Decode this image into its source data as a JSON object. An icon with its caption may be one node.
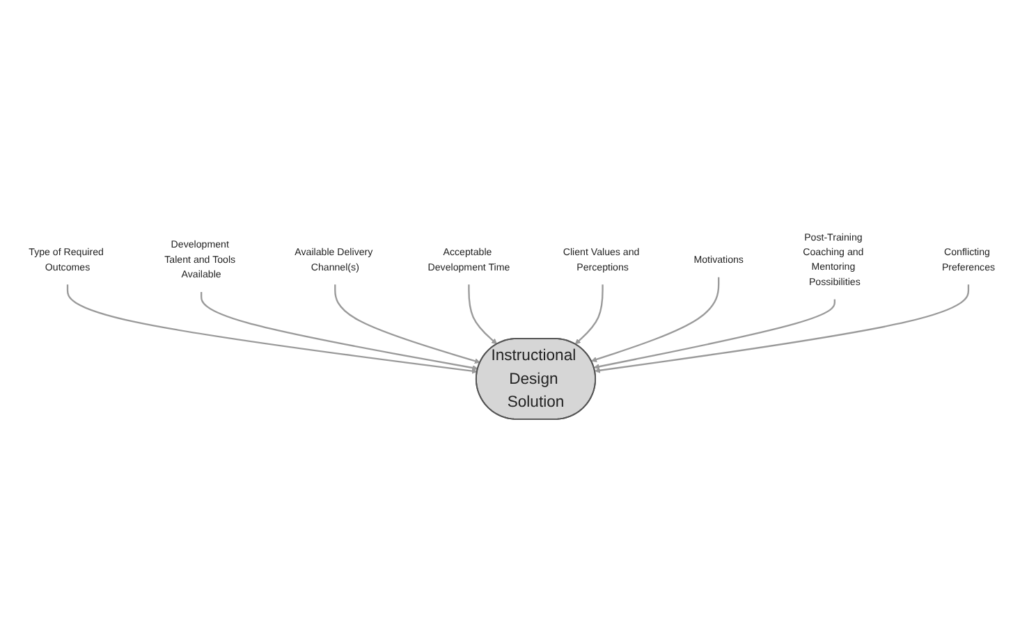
{
  "diagram": {
    "nodes": [
      {
        "text": [
          "Type of Required Outcomes"
        ]
      },
      {
        "text": [
          "Development Talent and Tools Available"
        ]
      },
      {
        "text": [
          "Available Delivery Channel(s)"
        ]
      },
      {
        "text": [
          "Instructional Design Solution"
        ]
      },
      {
        "text": [
          "Acceptable Development Time"
        ]
      },
      {
        "text": [
          "Client Values and Perceptions"
        ]
      },
      {
        "text": [
          "Motivations"
        ]
      },
      {
        "text": [
          "Post-Training Coaching and Mentoring Possibilities"
        ]
      },
      {
        "text": [
          "Conflicting Preferences"
        ]
      }
    ],
    "edges": [
      {
        "from": 0,
        "to": 3,
        "arrow": "to"
      },
      {
        "from": 1,
        "to": 3,
        "arrow": "to"
      },
      {
        "from": 2,
        "to": 3,
        "arrow": "to"
      },
      {
        "from": 4,
        "to": 3,
        "arrow": "to"
      },
      {
        "from": 5,
        "to": 3,
        "arrow": "to"
      },
      {
        "from": 6,
        "to": 3,
        "arrow": "to"
      },
      {
        "from": 7,
        "to": 3,
        "arrow": "to"
      },
      {
        "from": 8,
        "to": 3,
        "arrow": "to"
      }
    ]
  }
}
